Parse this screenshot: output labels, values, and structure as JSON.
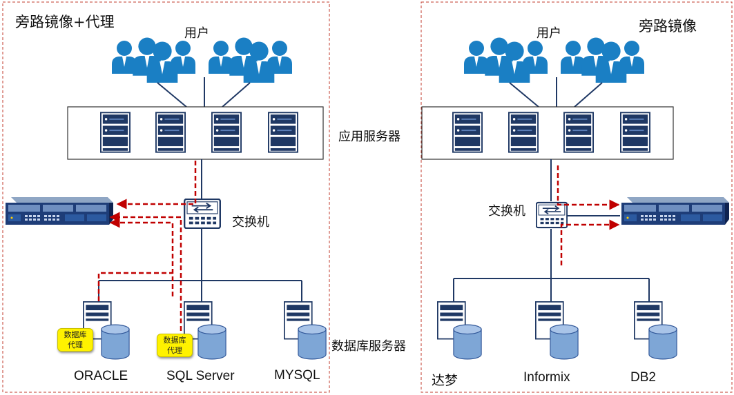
{
  "left_panel": {
    "title": "旁路镜像+代理",
    "users_label": "用户",
    "switch_label": "交换机",
    "proxy_tag_1": "数据库代理",
    "proxy_tag_2": "数据库代理",
    "databases": [
      "ORACLE",
      "SQL Server",
      "MYSQL"
    ]
  },
  "right_panel": {
    "title": "旁路镜像",
    "users_label": "用户",
    "switch_label": "交换机",
    "databases": [
      "达梦",
      "Informix",
      "DB2"
    ]
  },
  "shared_labels": {
    "app_servers": "应用服务器",
    "db_servers": "数据库服务器"
  },
  "colors": {
    "panel_border": "#c0392b",
    "user_icon": "#1a7fc4",
    "server_blue": "#1f3864",
    "line": "#1f3864",
    "mirror_arrow": "#c00000",
    "db_cylinder": "#7ea6d6",
    "proxy_tag": "#fff200"
  }
}
